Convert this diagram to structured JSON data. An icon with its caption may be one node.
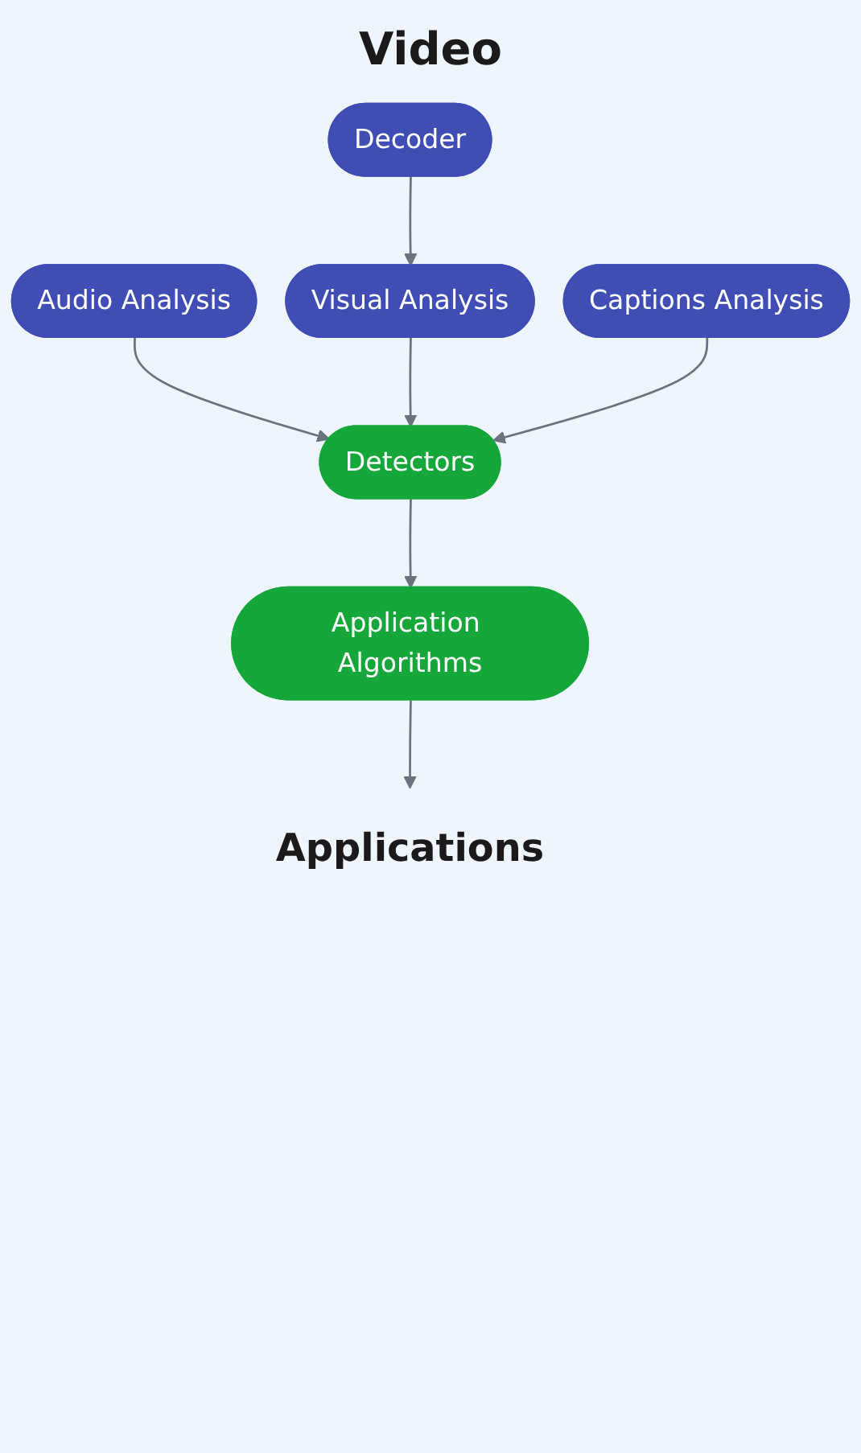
{
  "diagram": {
    "title": "Video",
    "nodes": [
      {
        "text": [
          "Decoder"
        ]
      },
      {
        "text": [
          "Audio Analysis"
        ]
      },
      {
        "text": [
          "Visual Analysis"
        ]
      },
      {
        "text": [
          "Captions Analysis"
        ]
      },
      {
        "text": [
          "Detectors"
        ]
      },
      {
        "text": [
          "Application Algorithms"
        ]
      },
      {
        "text": [
          "Applications"
        ]
      }
    ],
    "edges": [
      {
        "from": 0,
        "to": 2,
        "arrow": "to"
      },
      {
        "from": 1,
        "to": 4,
        "arrow": "to"
      },
      {
        "from": 2,
        "to": 4,
        "arrow": "to"
      },
      {
        "from": 3,
        "to": 4,
        "arrow": "to"
      },
      {
        "from": 4,
        "to": 5,
        "arrow": "to"
      },
      {
        "from": 5,
        "to": 6,
        "arrow": "to"
      }
    ]
  }
}
